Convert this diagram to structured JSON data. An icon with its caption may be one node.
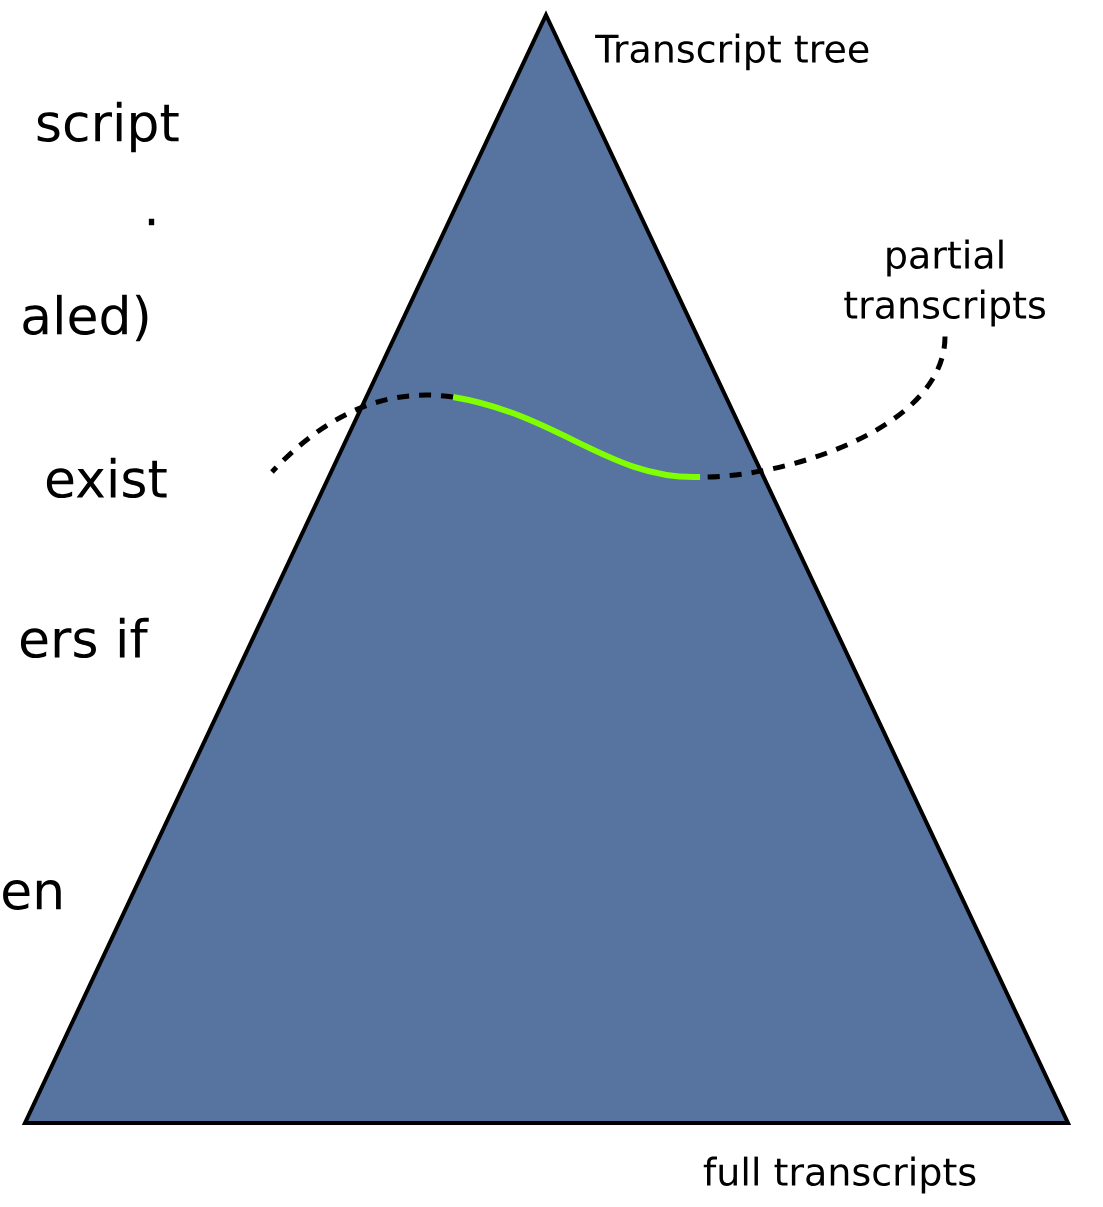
{
  "diagram": {
    "nodes": [
      {
        "text": [
          "Transcript tree"
        ],
        "beside": [
          "full transcripts"
        ]
      },
      {
        "text": [
          "partial transcripts"
        ]
      },
      {
        "text": [],
        "shape": "line",
        "in": 0
      }
    ],
    "edges": [
      {
        "from": 1,
        "to": 2,
        "arrow": "none",
        "style": "dashed"
      }
    ],
    "labels": [
      "script",
      ".",
      "aled)",
      "exist",
      "ers if",
      "en"
    ]
  }
}
